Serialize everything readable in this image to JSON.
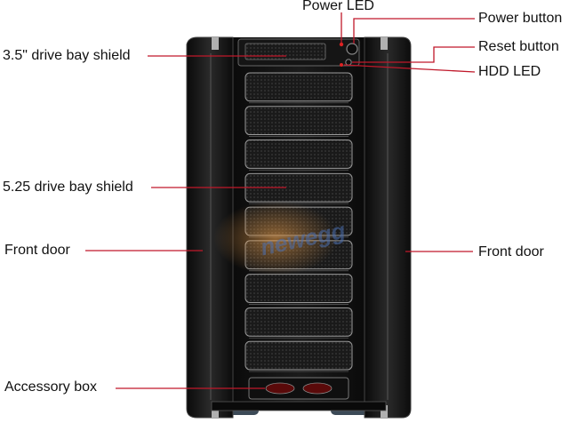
{
  "labels": {
    "power_led": "Power LED",
    "power_button": "Power button",
    "reset_button": "Reset button",
    "hdd_led": "HDD LED",
    "bay_35": "3.5\" drive bay shield",
    "bay_525": "5.25 drive bay shield",
    "front_door_left": "Front door",
    "front_door_right": "Front door",
    "accessory_box": "Accessory box"
  },
  "watermark": "newegg",
  "colors": {
    "leader_line": "#c0182a",
    "case_body": "#111111",
    "door_panel": "#1c1c1c",
    "mesh": "#2a2a2a",
    "trim": "#9a9a9a"
  },
  "drive_bays": {
    "count": 9
  }
}
